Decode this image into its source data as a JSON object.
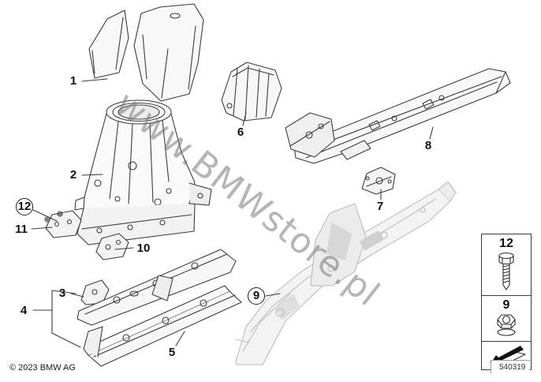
{
  "page": {
    "watermark": "www.BMWstore.pl",
    "copyright": "© 2023 BMW AG",
    "diagram_number": "540319",
    "background_color": "#ffffff",
    "line_color": "#3d3d3d",
    "reference_part_color": "#bdbdbd"
  },
  "callouts": [
    {
      "label": "1",
      "circled": false
    },
    {
      "label": "2",
      "circled": false
    },
    {
      "label": "3",
      "circled": false
    },
    {
      "label": "4",
      "circled": false
    },
    {
      "label": "5",
      "circled": false
    },
    {
      "label": "6",
      "circled": false
    },
    {
      "label": "7",
      "circled": false
    },
    {
      "label": "8",
      "circled": false
    },
    {
      "label": "9",
      "circled": true
    },
    {
      "label": "10",
      "circled": false
    },
    {
      "label": "11",
      "circled": false
    },
    {
      "label": "12",
      "circled": true
    }
  ],
  "legend": {
    "items": [
      {
        "label": "12",
        "icon": "bolt-icon"
      },
      {
        "label": "9",
        "icon": "flange-nut-icon"
      },
      {
        "label": "",
        "icon": "direction-arrow-icon"
      }
    ]
  }
}
